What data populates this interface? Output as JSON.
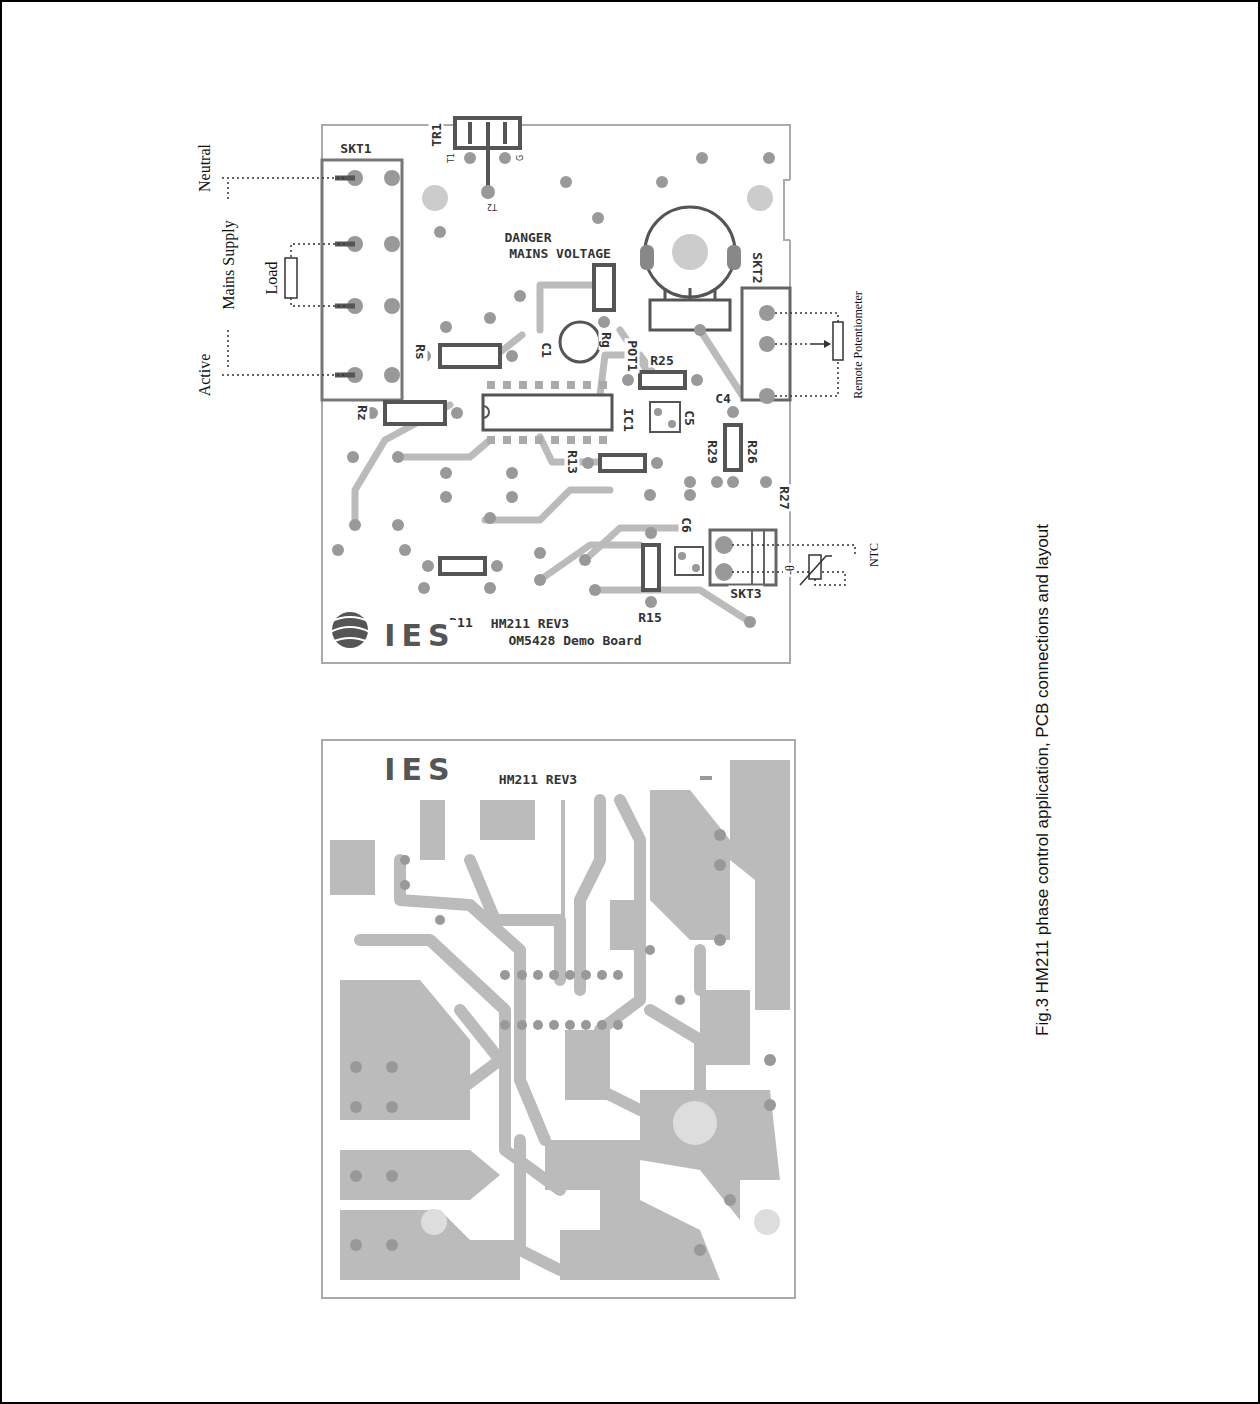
{
  "diagram": {
    "caption": "Fig.3  HM211 phase control application, PCB connections and layout",
    "labels": [
      "Neutral",
      "Mains Supply",
      "Load",
      "Active",
      "SKT1",
      "TR1",
      "T1",
      "G",
      "T2",
      "DANGER",
      "MAINS VOLTAGE",
      "C1",
      "Rg",
      "POT1",
      "SKT2",
      "Remote Potentiometer",
      "Rs",
      "R25",
      "C4",
      "Rz",
      "IC1",
      "C5",
      "R29",
      "R26",
      "R13",
      "R27",
      "NTC",
      "-θ",
      "C6",
      "SKT3",
      "R15",
      "R11",
      "HM211 REV3",
      "OM5428 Demo Board",
      "IES",
      "IES",
      "HM211 REV3"
    ]
  }
}
